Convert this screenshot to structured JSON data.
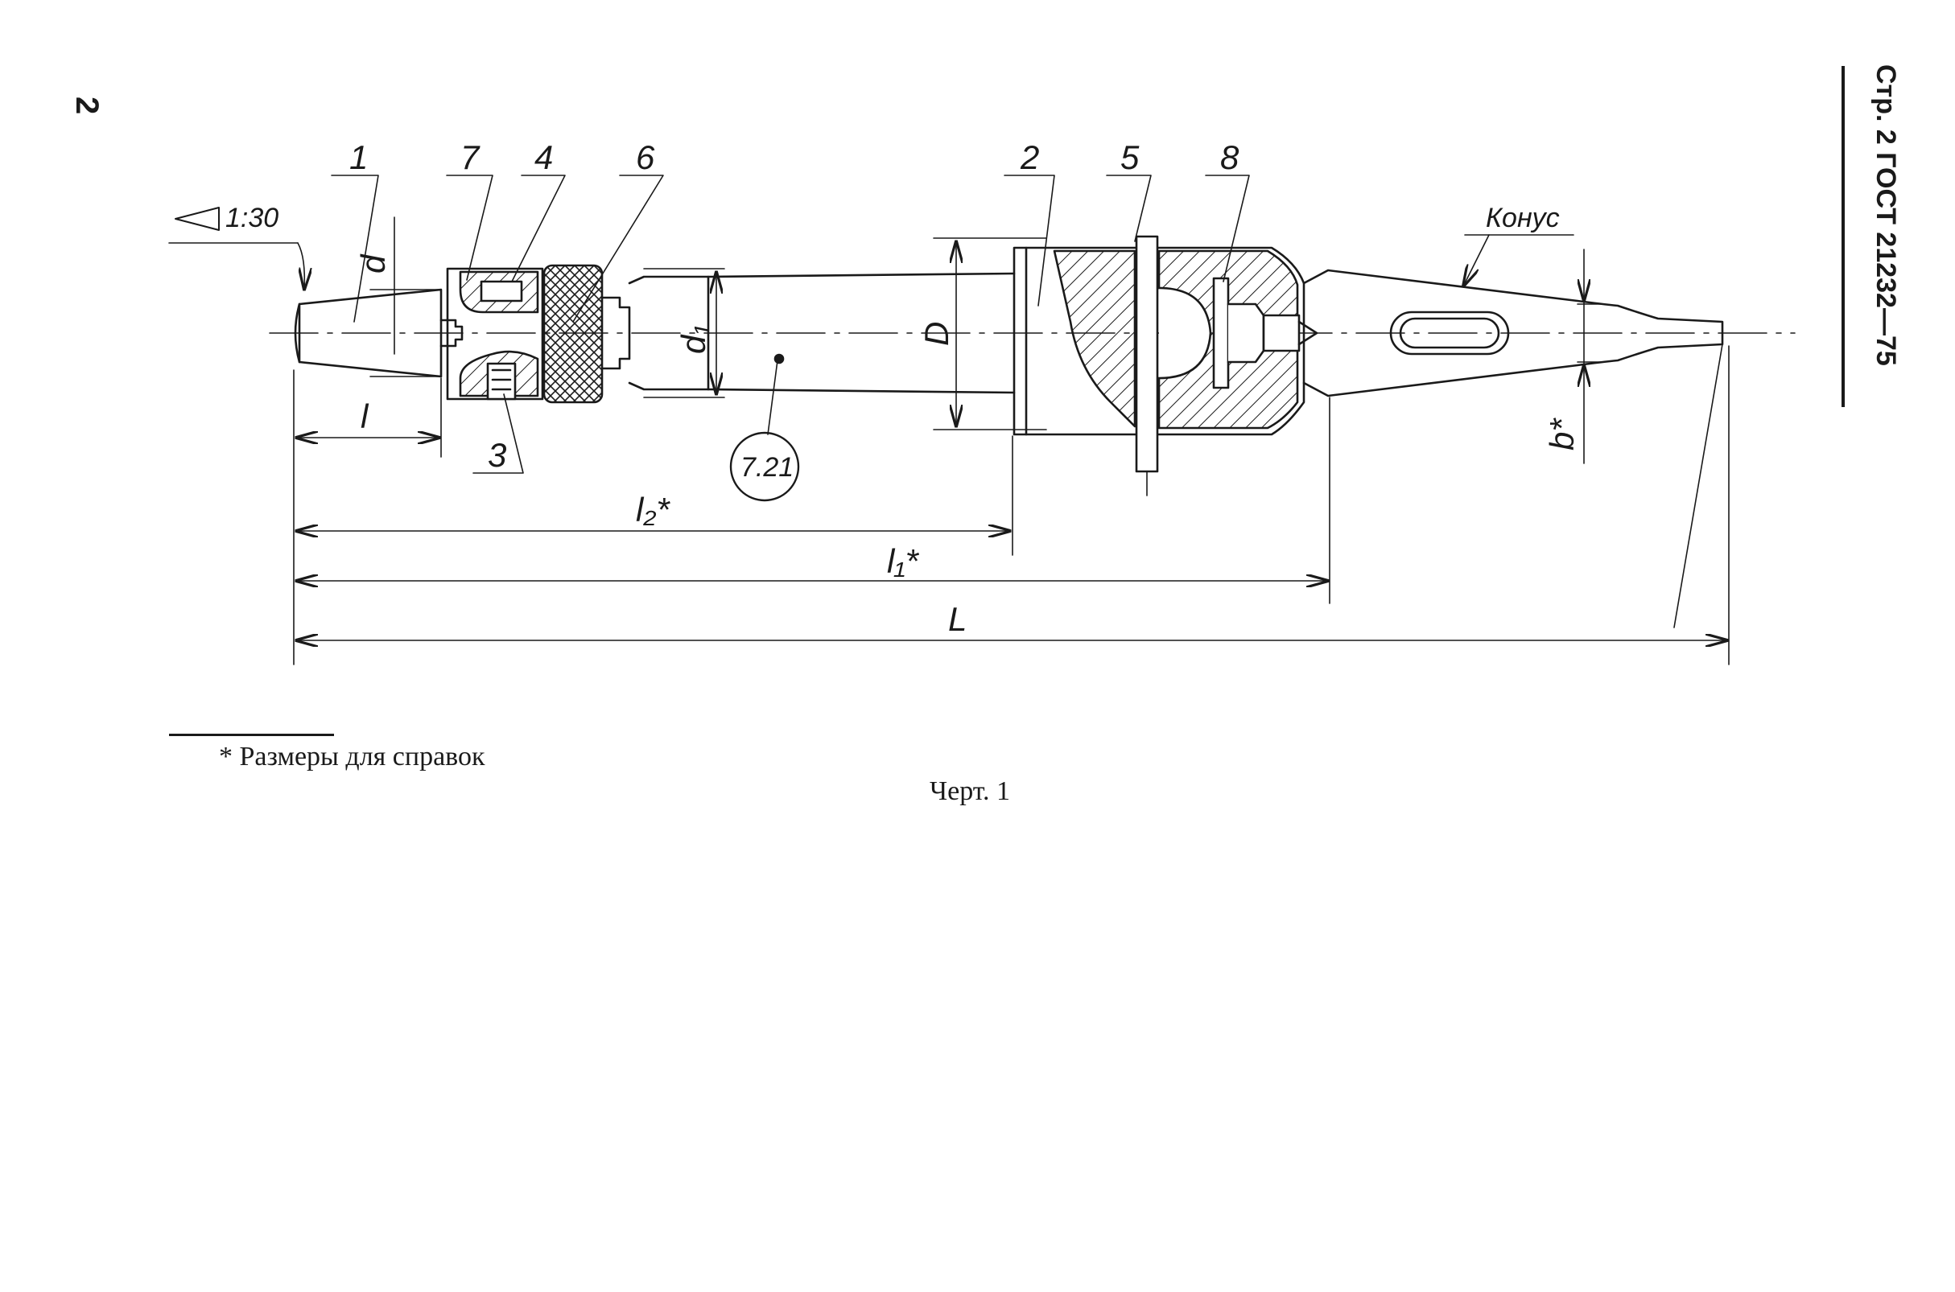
{
  "page": {
    "number": "2",
    "header": "Стр. 2 ГОСТ 21232—75"
  },
  "drawing": {
    "taper": "1:30",
    "cone_label": "Конус",
    "callouts": [
      "1",
      "7",
      "4",
      "6",
      "2",
      "5",
      "8",
      "3"
    ],
    "dimensions": {
      "d": "d",
      "d1": "d₁",
      "D": "D",
      "l": "l",
      "l2": "l₂*",
      "l1": "l₁*",
      "L": "L",
      "b": "b*"
    },
    "stamp": "7.21"
  },
  "footnote": "* Размеры для справок",
  "caption": "Черт. 1"
}
